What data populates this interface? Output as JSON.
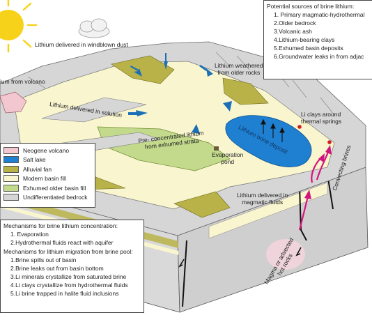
{
  "sources_box": {
    "title": "Potential sources of brine lithium:",
    "items": [
      "1. Primary magmatic-hydrothermal",
      "2.Older bedrock",
      "3.Volcanic ash",
      "4.Lithium-bearing clays",
      "5.Exhumed basin deposits",
      "6.Groundwater leaks in from adjac"
    ]
  },
  "labels": {
    "windblown": "Lithium delivered in windblown dust",
    "volcano": "ium from volcano",
    "weathered_1": "Lithium weathered",
    "weathered_2": "from older rocks",
    "solution": "Lithium delivered in solution",
    "li_clays_1": "Li clays around",
    "li_clays_2": "thermal springs",
    "brine_deposit": "Lithium brine deposit",
    "preconc_1": "Pre- concentrated lithium",
    "preconc_2": "from exhumed strata",
    "evap_pond_1": "Evaporation",
    "evap_pond_2": "pond",
    "convecting": "Convecting brines",
    "magmatic_1": "Lithium delivered in",
    "magmatic_2": "magmatic fluids",
    "magma_1": "Magma or advected",
    "magma_2": "hot rocks"
  },
  "legend": [
    {
      "label": "Neogene volcano",
      "color": "#f2c7cf"
    },
    {
      "label": "Salt lake",
      "color": "#1f7fd1"
    },
    {
      "label": "Alluvial fan",
      "color": "#b9b248"
    },
    {
      "label": "Modern basin fill",
      "color": "#f8f5cf"
    },
    {
      "label": "Exhumed older basin fill",
      "color": "#c3da8c"
    },
    {
      "label": "Undifferentiated bedrock",
      "color": "#d6d6d6"
    }
  ],
  "mechanisms_box": {
    "title1": "Mechanisms for brine lithium concentration:",
    "conc_items": [
      "1. Evaporation",
      "2.Hydrothermal fluids react with aquifer"
    ],
    "title2": "Mechanisms for lithium migration from brine pool:",
    "migr_items": [
      "1.Brine spills out of basin",
      "2.Brine leaks out from basin bottom",
      "3.Li minerals crystallize from saturated brine",
      "4.Li clays crystallize from hydrothermal fluids",
      "5.Li brine trapped in halite fluid inclusions"
    ]
  },
  "colors": {
    "sun": "#f7d21a",
    "bedrock": "#d6d6d6",
    "basin": "#f8f5cf",
    "exhumed": "#c3da8c",
    "alluvial": "#b9b248",
    "lake": "#1f7fd1",
    "arrow_blue": "#1a6fb7",
    "arrow_magenta": "#d4147e"
  }
}
